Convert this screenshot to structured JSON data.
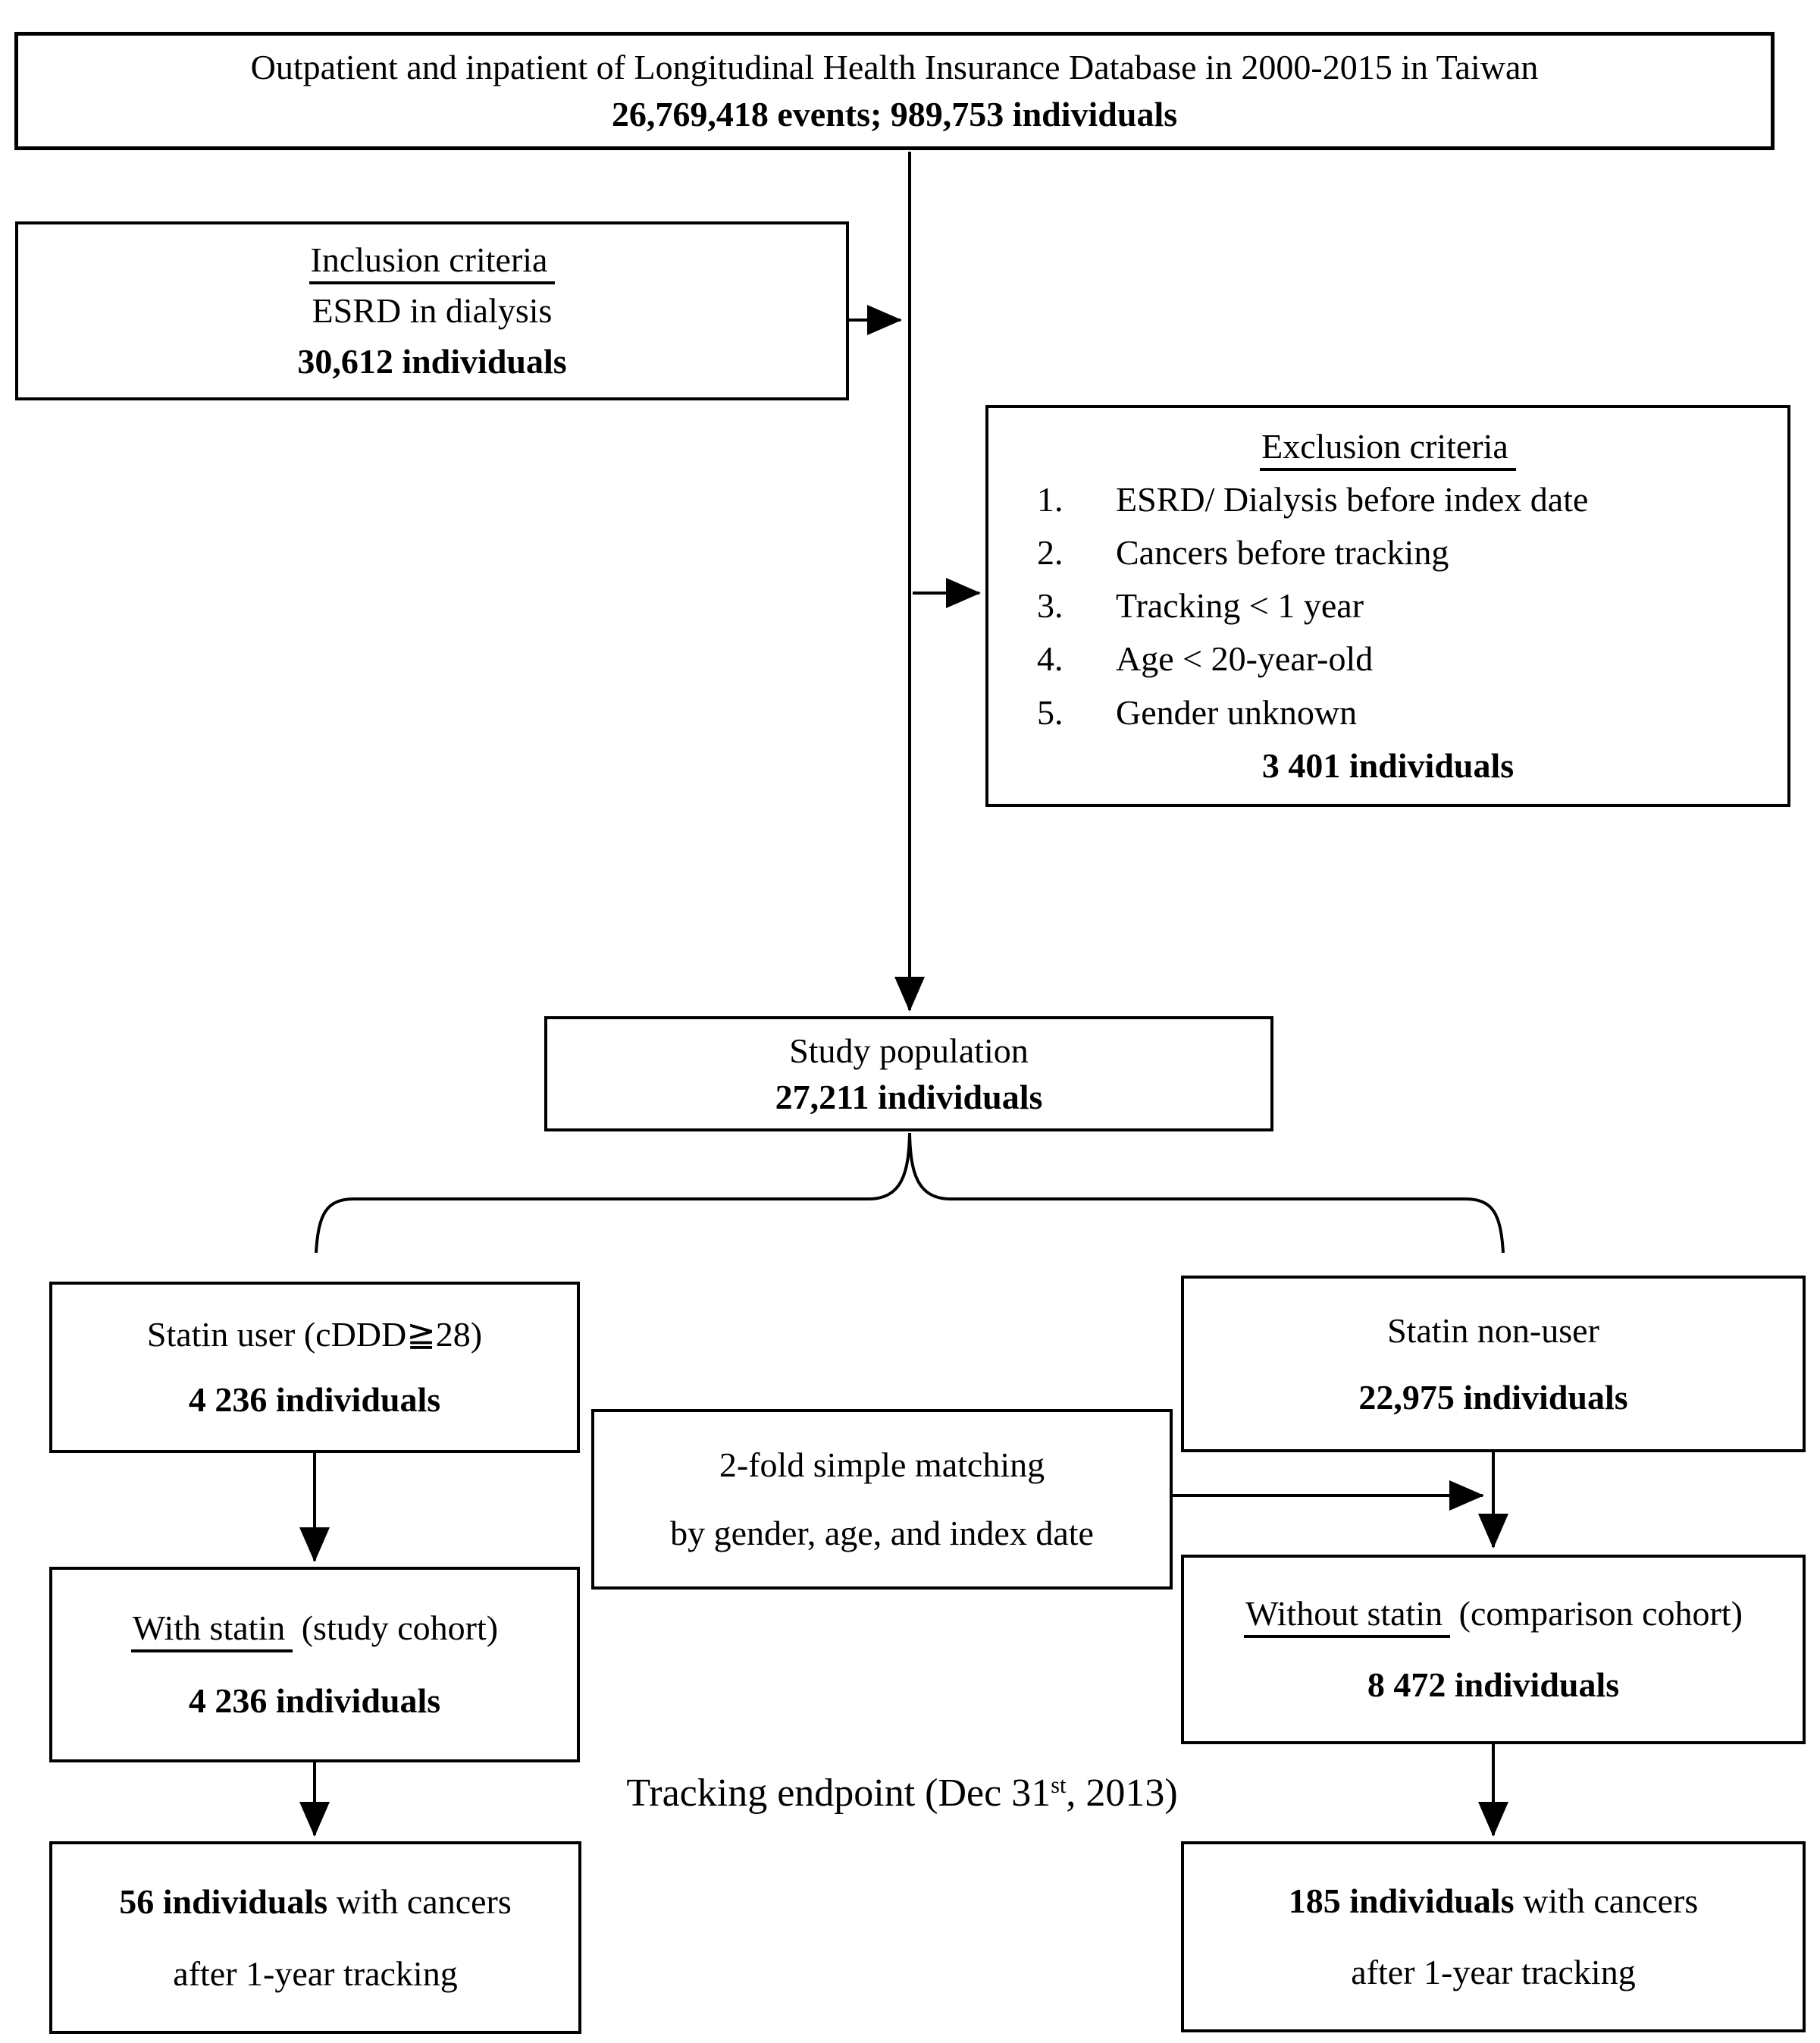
{
  "colors": {
    "ink": "#000000",
    "paper": "#ffffff"
  },
  "top_box": {
    "line1": "Outpatient and inpatient of Longitudinal Health Insurance Database in 2000-2015 in Taiwan",
    "line2": "26,769,418 events; 989,753 individuals"
  },
  "inclusion_box": {
    "title": "Inclusion criteria",
    "line1": "ESRD in dialysis",
    "count": "30,612 individuals"
  },
  "exclusion_box": {
    "title": "Exclusion criteria",
    "items": [
      {
        "num": "1.",
        "text": "ESRD/ Dialysis before index date"
      },
      {
        "num": "2.",
        "text": "Cancers before tracking"
      },
      {
        "num": "3.",
        "text": "Tracking < 1 year"
      },
      {
        "num": "4.",
        "text": "Age < 20-year-old"
      },
      {
        "num": "5.",
        "text": "Gender unknown"
      }
    ],
    "count": "3 401 individuals"
  },
  "study_box": {
    "line1": "Study population",
    "count": "27,211 individuals"
  },
  "statin_user_box": {
    "line1": "Statin user (cDDD≧28)",
    "count": "4 236 individuals"
  },
  "statin_nonuser_box": {
    "line1": "Statin non-user",
    "count": "22,975 individuals"
  },
  "matching_box": {
    "line1": "2-fold simple matching",
    "line2": "by gender, age, and index date"
  },
  "with_statin_box": {
    "underlined": "With statin",
    "rest": " (study cohort)",
    "count": "4 236 individuals"
  },
  "without_statin_box": {
    "underlined": "Without statin",
    "rest": " (comparison cohort)",
    "count": "8 472 individuals"
  },
  "tracking_note": {
    "prefix": "Tracking endpoint (Dec 31",
    "sup": "st",
    "suffix": ", 2013)"
  },
  "cancer_left_box": {
    "bold": "56 individuals",
    "rest": " with cancers",
    "line2": "after 1-year tracking"
  },
  "cancer_right_box": {
    "bold": "185 individuals",
    "rest": " with cancers",
    "line2": "after 1-year tracking"
  }
}
